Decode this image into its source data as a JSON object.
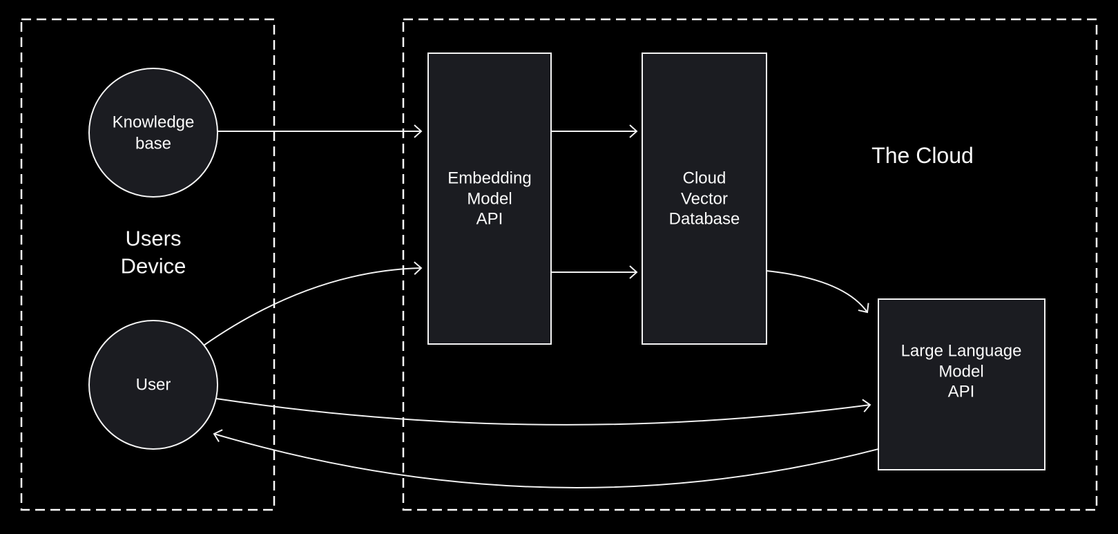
{
  "diagram": {
    "background_color": "#000000",
    "node_fill_color": "#1b1c21",
    "stroke_color": "#f5f5f5",
    "text_color": "#fafafa"
  },
  "groups": {
    "users_device": {
      "label_lines": [
        "Users",
        "Device"
      ]
    },
    "cloud": {
      "label": "The Cloud"
    }
  },
  "nodes": {
    "knowledge_base": {
      "shape": "circle",
      "label_lines": [
        "Knowledge",
        "base"
      ]
    },
    "user": {
      "shape": "circle",
      "label_lines": [
        "User"
      ]
    },
    "embedding_model_api": {
      "shape": "rect",
      "label_lines": [
        "Embedding",
        "Model",
        "API"
      ]
    },
    "cloud_vector_database": {
      "shape": "rect",
      "label_lines": [
        "Cloud",
        "Vector",
        "Database"
      ]
    },
    "large_language_model_api": {
      "shape": "rect",
      "label_lines": [
        "Large Language",
        "Model",
        "API"
      ]
    }
  },
  "edges": [
    {
      "from": "knowledge_base",
      "to": "embedding_model_api",
      "style": "straight"
    },
    {
      "from": "user",
      "to": "embedding_model_api",
      "style": "curved"
    },
    {
      "from": "embedding_model_api",
      "to": "cloud_vector_database",
      "style": "straight-top"
    },
    {
      "from": "embedding_model_api",
      "to": "cloud_vector_database",
      "style": "straight-bottom"
    },
    {
      "from": "cloud_vector_database",
      "to": "large_language_model_api",
      "style": "curved"
    },
    {
      "from": "user",
      "to": "large_language_model_api",
      "style": "curved"
    },
    {
      "from": "large_language_model_api",
      "to": "user",
      "style": "curved"
    }
  ]
}
